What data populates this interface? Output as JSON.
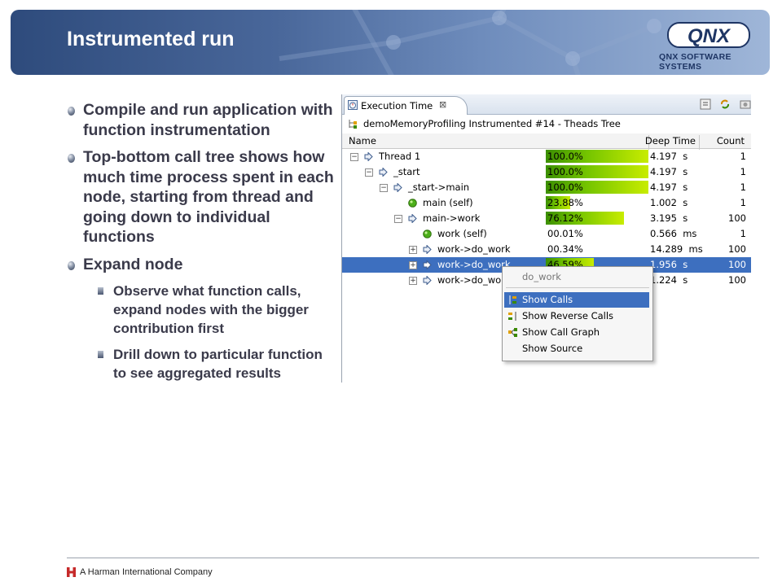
{
  "header": {
    "title": "Instrumented run",
    "logo_text": "QNX",
    "logo_subtitle": "QNX SOFTWARE SYSTEMS",
    "background_color": "#3a5a8c"
  },
  "bullets": [
    {
      "level": 1,
      "text": "Compile and run application with function instrumentation"
    },
    {
      "level": 1,
      "text": "Top-bottom call tree shows how much time process spent in each node, starting from thread and going down to individual functions"
    },
    {
      "level": 1,
      "text": "Expand node"
    },
    {
      "level": 2,
      "text": "Observe what function calls, expand nodes with the bigger contribution first"
    },
    {
      "level": 2,
      "text": "Drill down to particular function to see aggregated results"
    }
  ],
  "view": {
    "tab_label": "Execution Time",
    "tab_close": "⊠",
    "breadcrumb": "demoMemoryProfiling Instrumented #14 - Theads Tree",
    "columns": {
      "name": "Name",
      "deep_time": "Deep Time",
      "count": "Count"
    },
    "rows": [
      {
        "depth": 0,
        "toggle": "−",
        "icon": "thread-arrow-icon",
        "name": "Thread 1",
        "percent": "100.0%",
        "fill": 1.0,
        "deep_time": "4.197  s",
        "count": "1",
        "selected": false
      },
      {
        "depth": 1,
        "toggle": "−",
        "icon": "node-arrow-icon",
        "name": "_start",
        "percent": "100.0%",
        "fill": 1.0,
        "deep_time": "4.197  s",
        "count": "1",
        "selected": false
      },
      {
        "depth": 2,
        "toggle": "−",
        "icon": "node-arrow-icon",
        "name": "_start->main",
        "percent": "100.0%",
        "fill": 1.0,
        "deep_time": "4.197  s",
        "count": "1",
        "selected": false
      },
      {
        "depth": 3,
        "toggle": "",
        "icon": "self-dot-icon",
        "name": "main (self)",
        "percent": "23.88%",
        "fill": 0.2388,
        "deep_time": "1.002  s",
        "count": "1",
        "selected": false
      },
      {
        "depth": 3,
        "toggle": "−",
        "icon": "node-arrow-icon",
        "name": "main->work",
        "percent": "76.12%",
        "fill": 0.7612,
        "deep_time": "3.195  s",
        "count": "100",
        "selected": false
      },
      {
        "depth": 4,
        "toggle": "",
        "icon": "self-dot-icon",
        "name": "work (self)",
        "percent": "00.01%",
        "fill": 0.0001,
        "deep_time": "0.566  ms",
        "count": "1",
        "selected": false
      },
      {
        "depth": 4,
        "toggle": "+",
        "icon": "node-arrow-icon",
        "name": "work->do_work",
        "percent": "00.34%",
        "fill": 0.0034,
        "deep_time": "14.289  ms",
        "count": "100",
        "selected": false
      },
      {
        "depth": 4,
        "toggle": "+",
        "icon": "node-arrow-icon",
        "name": "work->do_work",
        "percent": "46.59%",
        "fill": 0.4659,
        "deep_time": "1.956  s",
        "count": "100",
        "selected": true
      },
      {
        "depth": 4,
        "toggle": "+",
        "icon": "node-arrow-icon",
        "name": "work->do_wo",
        "percent": "",
        "fill": 0,
        "deep_time": "1.224  s",
        "count": "100",
        "selected": false
      }
    ]
  },
  "context_menu": {
    "header": "do_work",
    "items": [
      {
        "label": "Show Calls",
        "icon": "show-calls-icon",
        "active": true
      },
      {
        "label": "Show Reverse Calls",
        "icon": "reverse-calls-icon",
        "active": false
      },
      {
        "label": "Show Call Graph",
        "icon": "call-graph-icon",
        "active": false
      },
      {
        "label": "Show Source",
        "icon": "",
        "active": false
      }
    ]
  },
  "footer": {
    "text": "A Harman International Company"
  },
  "colors": {
    "selection": "#3d6fbf",
    "bar_start": "#3b8f00",
    "bar_end": "#c8ec00",
    "bullet_text": "#3a3a4a"
  }
}
